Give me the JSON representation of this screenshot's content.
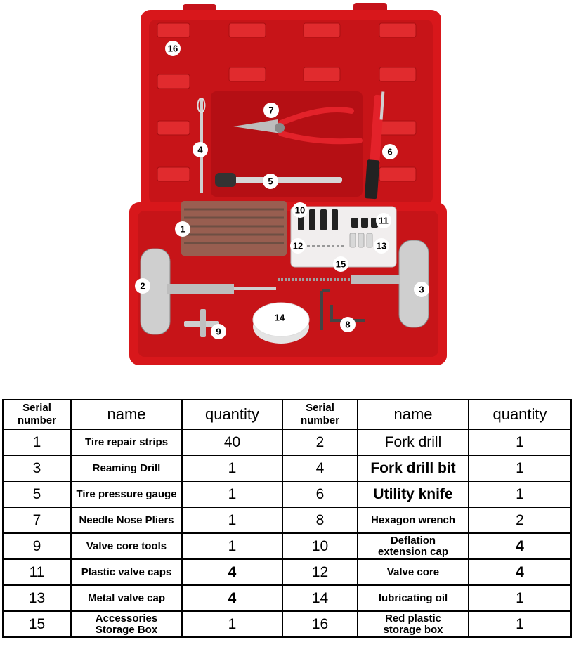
{
  "photo": {
    "colors": {
      "case_red": "#d8171b",
      "case_dark": "#a80f12",
      "case_light": "#ee3a3c",
      "metal": "#c9c9c9",
      "rubber": "#333333"
    },
    "callouts": [
      "1",
      "2",
      "3",
      "4",
      "5",
      "6",
      "7",
      "8",
      "9",
      "10",
      "11",
      "12",
      "13",
      "14",
      "15",
      "16"
    ]
  },
  "table": {
    "headers": {
      "serial_line1": "Serial",
      "serial_line2": "number",
      "name": "name",
      "quantity": "quantity"
    },
    "rows": [
      [
        {
          "serial": "1",
          "name": "Tire repair strips",
          "qty": "40"
        },
        {
          "serial": "2",
          "name": "Fork drill",
          "qty": "1"
        }
      ],
      [
        {
          "serial": "3",
          "name": "Reaming Drill",
          "qty": "1"
        },
        {
          "serial": "4",
          "name": "Fork drill bit",
          "qty": "1"
        }
      ],
      [
        {
          "serial": "5",
          "name": "Tire pressure gauge",
          "qty": "1"
        },
        {
          "serial": "6",
          "name": "Utility knife",
          "qty": "1"
        }
      ],
      [
        {
          "serial": "7",
          "name": "Needle Nose Pliers",
          "qty": "1"
        },
        {
          "serial": "8",
          "name": "Hexagon wrench",
          "qty": "2"
        }
      ],
      [
        {
          "serial": "9",
          "name": "Valve core tools",
          "qty": "1"
        },
        {
          "serial": "10",
          "name_line1": "Deflation",
          "name_line2": "extension cap",
          "qty": "4"
        }
      ],
      [
        {
          "serial": "11",
          "name": "Plastic valve caps",
          "qty": "4"
        },
        {
          "serial": "12",
          "name": "Valve core",
          "qty": "4"
        }
      ],
      [
        {
          "serial": "13",
          "name": "Metal valve cap",
          "qty": "4"
        },
        {
          "serial": "14",
          "name": "lubricating oil",
          "qty": "1"
        }
      ],
      [
        {
          "serial": "15",
          "name_line1": "Accessories",
          "name_line2": "Storage Box",
          "qty": "1"
        },
        {
          "serial": "16",
          "name_line1": "Red plastic",
          "name_line2": "storage box",
          "qty": "1"
        }
      ]
    ]
  }
}
